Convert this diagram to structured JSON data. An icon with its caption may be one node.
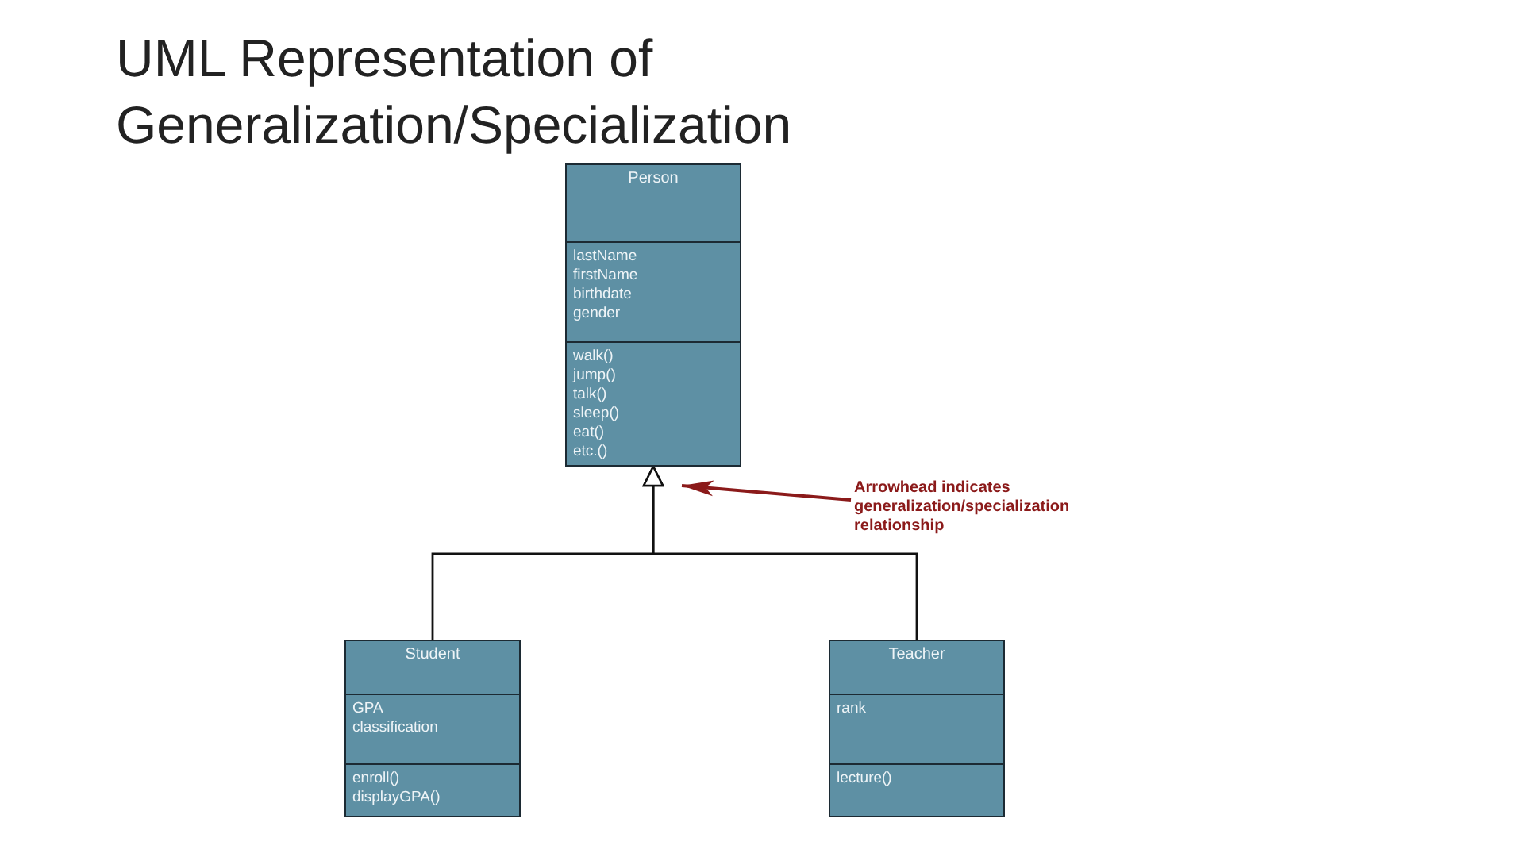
{
  "diagram": {
    "title": "UML Representation of Generalization/Specialization",
    "nodes": [
      {
        "text": [
          "Person"
        ]
      },
      {
        "text": [
          "lastName",
          "firstName",
          "birthdate",
          "gender"
        ],
        "in": 0
      },
      {
        "text": [
          "walk()",
          "jump()",
          "talk()",
          "sleep()",
          "eat()",
          "etc.()"
        ],
        "in": 0
      },
      {
        "text": [
          "Student"
        ]
      },
      {
        "text": [
          "GPA",
          "classification"
        ],
        "in": 3
      },
      {
        "text": [
          "enroll()",
          "displayGPA()"
        ],
        "in": 3
      },
      {
        "text": [
          "Teacher"
        ]
      },
      {
        "text": [
          "rank"
        ],
        "in": 6
      },
      {
        "text": [
          "lecture()"
        ],
        "in": 6
      },
      {
        "text": [
          "Arrowhead indicates generalization/specialization relationship"
        ]
      }
    ],
    "edges": [
      {
        "from": 3,
        "to": 0,
        "arrow": "to"
      },
      {
        "from": 6,
        "to": 0,
        "arrow": "to"
      },
      {
        "from": 9,
        "to": 0,
        "arrow": "to",
        "color": "#8b1a1a"
      }
    ]
  }
}
